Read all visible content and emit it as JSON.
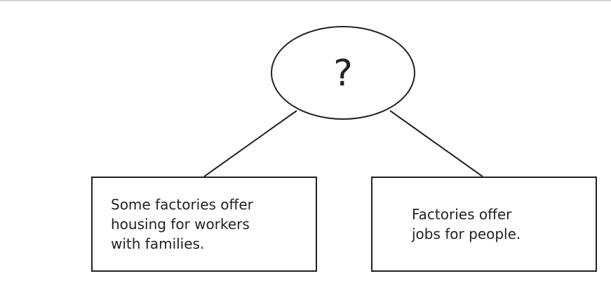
{
  "diagram": {
    "center": {
      "text": "?"
    },
    "boxes": [
      {
        "id": "left",
        "lines": [
          "Some factories offer",
          "housing for workers",
          "with families."
        ]
      },
      {
        "id": "right",
        "lines": [
          "Factories offer",
          "jobs for people."
        ]
      }
    ]
  }
}
